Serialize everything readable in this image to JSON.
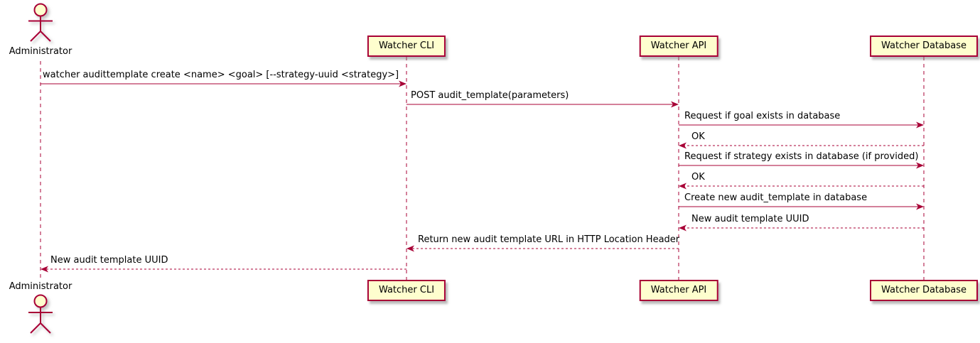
{
  "diagram": {
    "type": "uml-sequence-diagram",
    "colors": {
      "participant_fill": "#FEFECE",
      "line_and_border": "#A80036",
      "text": "#000000",
      "background": "#ffffff"
    },
    "actors": [
      {
        "name": "Administrator",
        "shape": "stick-figure"
      }
    ],
    "participants": [
      {
        "label": "Watcher CLI"
      },
      {
        "label": "Watcher API"
      },
      {
        "label": "Watcher Database"
      }
    ],
    "messages": [
      {
        "from": "Administrator",
        "to": "Watcher CLI",
        "style": "solid",
        "label": "watcher audittemplate create <name> <goal> [--strategy-uuid <strategy>]"
      },
      {
        "from": "Watcher CLI",
        "to": "Watcher API",
        "style": "solid",
        "label": "POST audit_template(parameters)"
      },
      {
        "from": "Watcher API",
        "to": "Watcher Database",
        "style": "solid",
        "label": "Request if goal exists in database"
      },
      {
        "from": "Watcher Database",
        "to": "Watcher API",
        "style": "dashed",
        "label": "OK"
      },
      {
        "from": "Watcher API",
        "to": "Watcher Database",
        "style": "solid",
        "label": "Request if strategy exists in database (if provided)"
      },
      {
        "from": "Watcher Database",
        "to": "Watcher API",
        "style": "dashed",
        "label": "OK"
      },
      {
        "from": "Watcher API",
        "to": "Watcher Database",
        "style": "solid",
        "label": "Create new audit_template in database"
      },
      {
        "from": "Watcher Database",
        "to": "Watcher API",
        "style": "dashed",
        "label": "New audit template UUID"
      },
      {
        "from": "Watcher API",
        "to": "Watcher CLI",
        "style": "dashed",
        "label": "Return new audit template URL in HTTP Location Header"
      },
      {
        "from": "Watcher CLI",
        "to": "Administrator",
        "style": "dashed",
        "label": "New audit template UUID"
      }
    ]
  }
}
